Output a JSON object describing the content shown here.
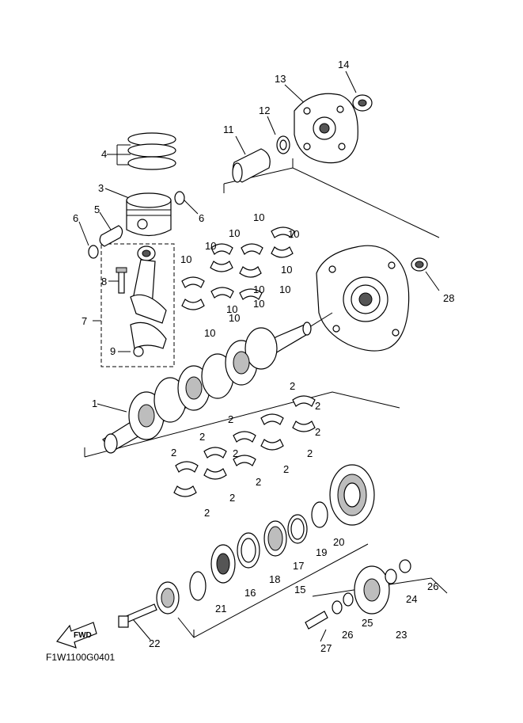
{
  "labels": {
    "p1": "1",
    "p2a": "2",
    "p2b": "2",
    "p2c": "2",
    "p2d": "2",
    "p2e": "2",
    "p2f": "2",
    "p2g": "2",
    "p2h": "2",
    "p2i": "2",
    "p2j": "2",
    "p2k": "2",
    "p2l": "2",
    "p3": "3",
    "p4": "4",
    "p5": "5",
    "p6a": "6",
    "p6b": "6",
    "p7": "7",
    "p8": "8",
    "p9": "9",
    "p10a": "10",
    "p10b": "10",
    "p10c": "10",
    "p10d": "10",
    "p10e": "10",
    "p10f": "10",
    "p10g": "10",
    "p10h": "10",
    "p10i": "10",
    "p10j": "10",
    "p10k": "10",
    "p10l": "10",
    "p11": "11",
    "p12": "12",
    "p13": "13",
    "p14": "14",
    "p15": "15",
    "p16": "16",
    "p17": "17",
    "p18": "18",
    "p19": "19",
    "p20": "20",
    "p21": "21",
    "p22": "22",
    "p23": "23",
    "p24": "24",
    "p25": "25",
    "p26a": "26",
    "p26b": "26",
    "p27": "27",
    "p28": "28"
  },
  "fwd_label": "FWD",
  "diagram_code": "F1W1100G0401",
  "icons": {
    "forward_arrow": "fwd-arrow-icon"
  }
}
